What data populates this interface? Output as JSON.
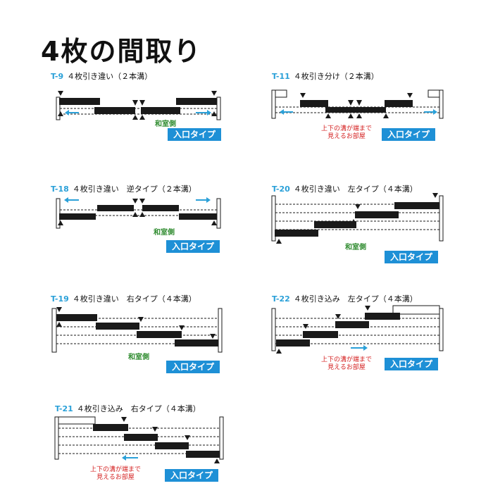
{
  "page": {
    "title": "4枚の間取り"
  },
  "colors": {
    "door": "#1a1a1a",
    "accent": "#2aa0d8",
    "badge": "#1e90d6",
    "green": "#2e8b2e",
    "red": "#d42020"
  },
  "panels": [
    {
      "code": "T-9",
      "label": "４枚引き違い（２本溝）",
      "room": "和室側",
      "badge": "入口タイプ",
      "note1": "",
      "note2": ""
    },
    {
      "code": "T-11",
      "label": "４枚引き分け（２本溝）",
      "room": "",
      "badge": "入口タイプ",
      "note1": "上下の溝が端まで",
      "note2": "見えるお部屋"
    },
    {
      "code": "T-18",
      "label": "４枚引き違い　逆タイプ（２本溝）",
      "room": "和室側",
      "badge": "入口タイプ",
      "note1": "",
      "note2": ""
    },
    {
      "code": "T-20",
      "label": "４枚引き違い　左タイプ（４本溝）",
      "room": "和室側",
      "badge": "入口タイプ",
      "note1": "",
      "note2": ""
    },
    {
      "code": "T-19",
      "label": "４枚引き違い　右タイプ（４本溝）",
      "room": "和室側",
      "badge": "入口タイプ",
      "note1": "",
      "note2": ""
    },
    {
      "code": "T-22",
      "label": "４枚引き込み　左タイプ（４本溝）",
      "room": "",
      "badge": "入口タイプ",
      "note1": "上下の溝が端まで",
      "note2": "見えるお部屋"
    },
    {
      "code": "T-21",
      "label": "４枚引き込み　右タイプ（４本溝）",
      "room": "",
      "badge": "入口タイプ",
      "note1": "上下の溝が端まで",
      "note2": "見えるお部屋"
    }
  ]
}
